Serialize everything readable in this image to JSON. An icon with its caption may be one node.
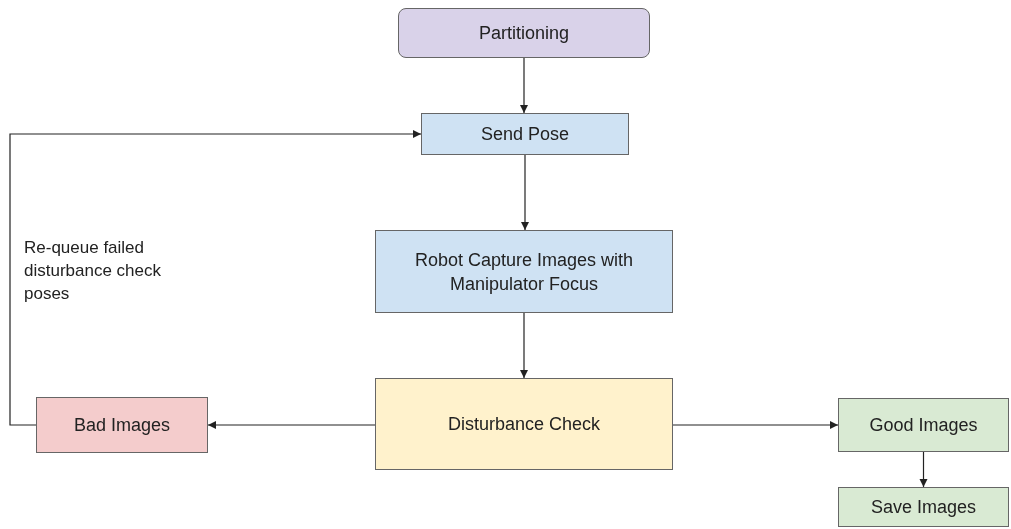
{
  "diagram": {
    "nodes": [
      {
        "text": [
          "Partitioning"
        ]
      },
      {
        "text": [
          "Send Pose"
        ]
      },
      {
        "text": [
          "Robot Capture Images with Manipulator Focus"
        ]
      },
      {
        "text": [
          "Disturbance Check"
        ]
      },
      {
        "text": [
          "Bad Images"
        ]
      },
      {
        "text": [
          "Good Images"
        ]
      },
      {
        "text": [
          "Save Images"
        ]
      }
    ],
    "edges": [
      {
        "from": 0,
        "to": 1,
        "arrow": "to"
      },
      {
        "from": 1,
        "to": 2,
        "arrow": "to"
      },
      {
        "from": 2,
        "to": 3,
        "arrow": "to"
      },
      {
        "from": 3,
        "to": 4,
        "arrow": "to"
      },
      {
        "from": 3,
        "to": 5,
        "arrow": "to"
      },
      {
        "from": 5,
        "to": 6,
        "arrow": "to"
      },
      {
        "from": 4,
        "to": 1,
        "arrow": "to",
        "label": "Re-queue failed disturbance check poses"
      }
    ]
  }
}
